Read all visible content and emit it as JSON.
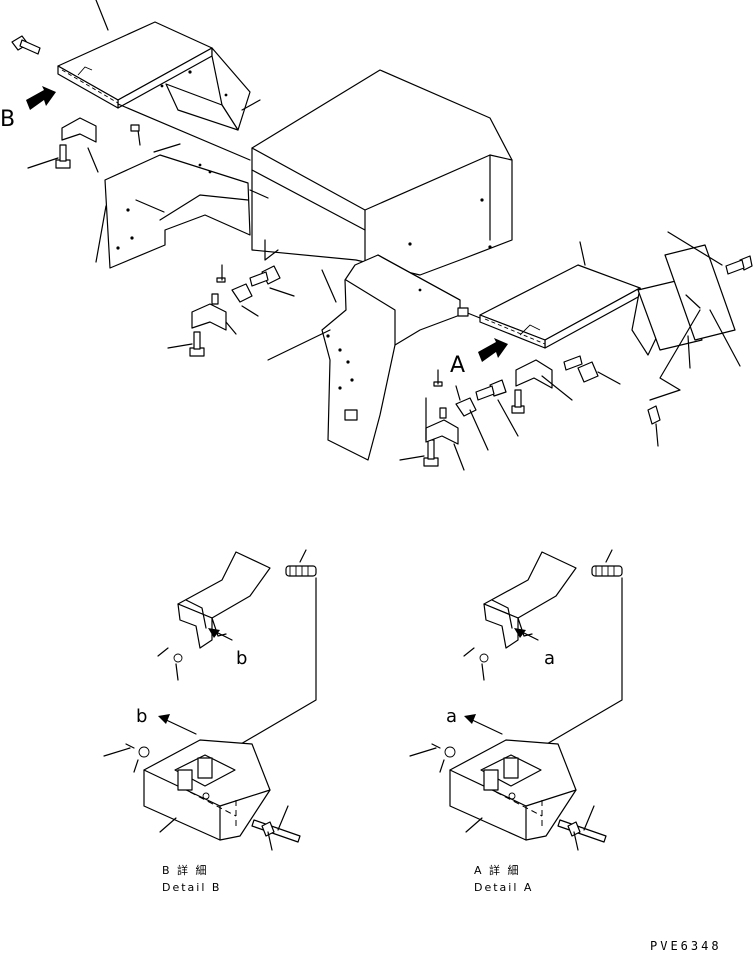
{
  "labels": {
    "view_b": "B",
    "view_a": "A",
    "ref_b": "b",
    "ref_a": "a"
  },
  "captions": {
    "detail_b_jp": "B 詳 細",
    "detail_b_en": "Detail B",
    "detail_a_jp": "A 詳 細",
    "detail_a_en": "Detail A"
  },
  "drawing_code": "PVE6348"
}
